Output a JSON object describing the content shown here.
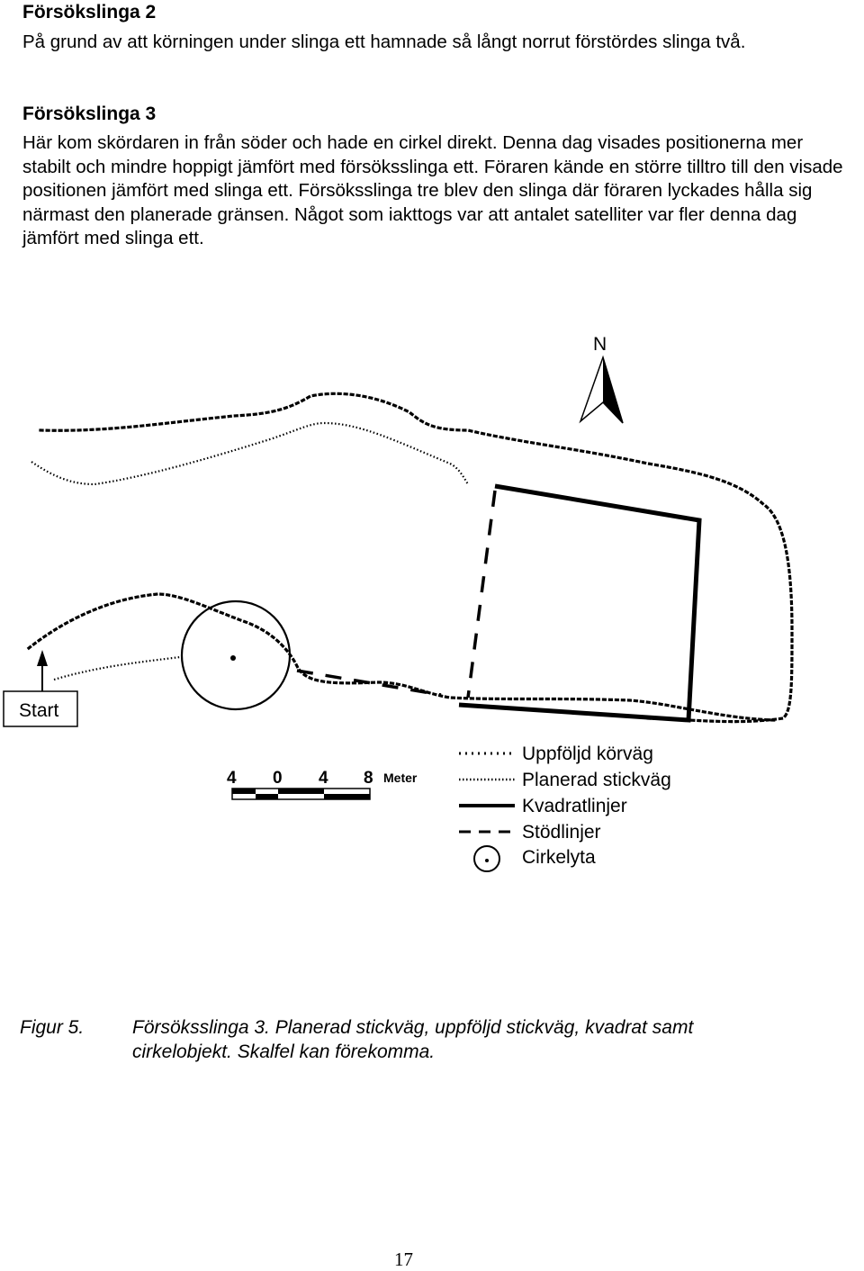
{
  "sections": [
    {
      "heading": "Försökslinga 2",
      "text": "På grund av att körningen under slinga ett hamnade så långt norrut förstördes slinga två."
    },
    {
      "heading": "Försökslinga 3",
      "text": "Här kom skördaren in från söder och hade en cirkel direkt. Denna dag visades positionerna mer stabilt och mindre hoppigt jämfört med försöksslinga ett. Föraren kände en större tilltro till den visade positionen jämfört med slinga ett. Försöksslinga tre blev den slinga där föraren lyckades hålla sig närmast den planerade gränsen. Något som iakttogs var att antalet satelliter var fler denna dag jämfört med slinga ett."
    }
  ],
  "figure": {
    "north_label": "N",
    "start_label": "Start",
    "scale": {
      "ticks": [
        "4",
        "0",
        "4",
        "8"
      ],
      "unit": "Meter"
    },
    "legend": [
      {
        "label": "Uppföljd körväg",
        "symbol": "tracked-path"
      },
      {
        "label": "Planerad stickväg",
        "symbol": "planned-path"
      },
      {
        "label": "Kvadratlinjer",
        "symbol": "square-line"
      },
      {
        "label": "Stödlinjer",
        "symbol": "support-line"
      },
      {
        "label": "Cirkelyta",
        "symbol": "circle-area"
      }
    ]
  },
  "caption": {
    "label": "Figur 5.",
    "text": "Försöksslinga 3. Planerad stickväg, uppföljd stickväg, kvadrat samt cirkelobjekt. Skalfel kan förekomma."
  },
  "page_number": "17"
}
